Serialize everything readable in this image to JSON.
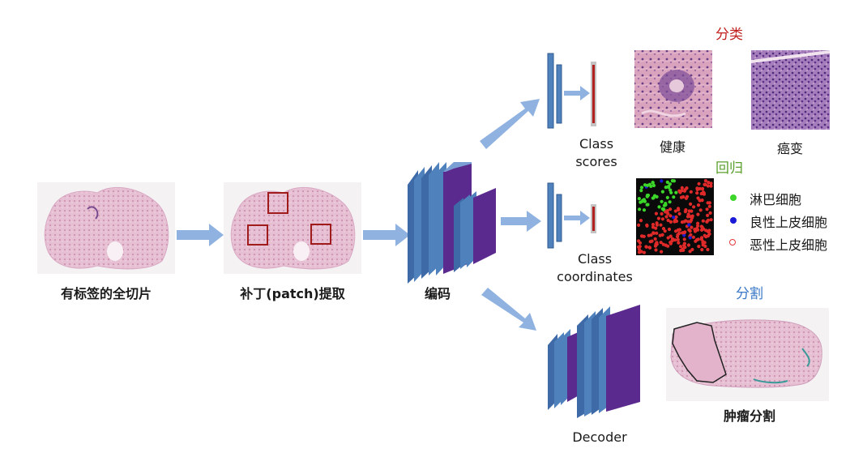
{
  "pipeline": {
    "wsi_label": "有标签的全切片",
    "patch_label": "补丁(patch)提取",
    "encoder_label": "编码",
    "decoder_label": "Decoder"
  },
  "classification": {
    "title": "分类",
    "title_color": "#c0201e",
    "head_label_line1": "Class",
    "head_label_line2": "scores",
    "examples": [
      "健康",
      "癌变"
    ]
  },
  "regression": {
    "title": "回归",
    "title_color": "#5aa02c",
    "head_label_line1": "Class",
    "head_label_line2": "coordinates",
    "legend": [
      {
        "label": "淋巴细胞",
        "color": "#3cd62a",
        "style": "filled"
      },
      {
        "label": "良性上皮细胞",
        "color": "#1a1ad8",
        "style": "filled"
      },
      {
        "label": "恶性上皮细胞",
        "color": "#e23a3a",
        "style": "hollow"
      }
    ]
  },
  "segmentation": {
    "title": "分割",
    "title_color": "#3a78c8",
    "result_label": "肿瘤分割"
  },
  "colors": {
    "arrow": "#8fb2e0",
    "layer_blue": "#4f81bd",
    "layer_purple": "#5b2a8e",
    "output_red": "#b0201e"
  }
}
